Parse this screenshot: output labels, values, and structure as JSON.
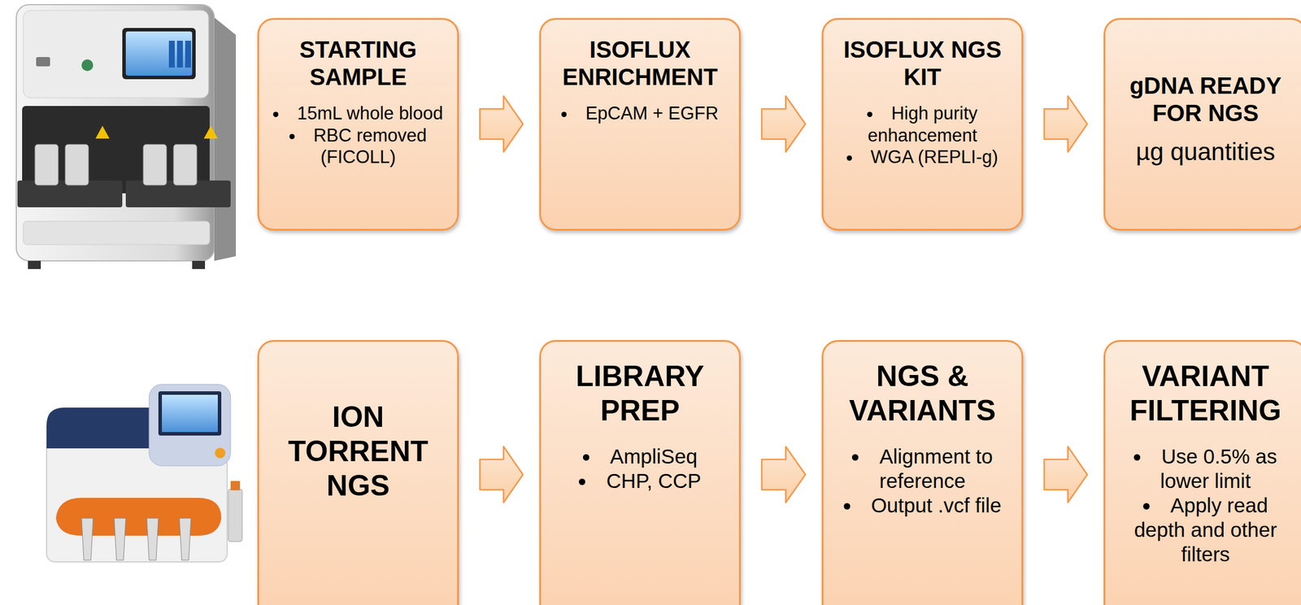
{
  "diagram": {
    "nodes": [
      {
        "text": [
          "STARTING SAMPLE",
          "15mL whole blood",
          "RBC removed (FICOLL)"
        ]
      },
      {
        "text": [
          "ISOFLUX ENRICHMENT",
          "EpCAM + EGFR"
        ]
      },
      {
        "text": [
          "ISOFLUX NGS KIT",
          "High purity enhancement",
          "WGA (REPLI-g)"
        ]
      },
      {
        "text": [
          "gDNA READY FOR NGS",
          "µg quantities"
        ]
      },
      {
        "text": [
          "ION TORRENT NGS"
        ]
      },
      {
        "text": [
          "LIBRARY PREP",
          "AmpliSeq",
          "CHP, CCP"
        ]
      },
      {
        "text": [
          "NGS & VARIANTS",
          "Alignment to reference",
          "Output .vcf file"
        ]
      },
      {
        "text": [
          "VARIANT FILTERING",
          "Use 0.5% as lower limit",
          "Apply read depth and other filters"
        ]
      }
    ],
    "edges": [
      {
        "from": 0,
        "to": 1,
        "arrow": "to"
      },
      {
        "from": 1,
        "to": 2,
        "arrow": "to"
      },
      {
        "from": 2,
        "to": 3,
        "arrow": "to"
      },
      {
        "from": 4,
        "to": 5,
        "arrow": "to"
      },
      {
        "from": 5,
        "to": 6,
        "arrow": "to"
      },
      {
        "from": 6,
        "to": 7,
        "arrow": "to"
      }
    ]
  }
}
